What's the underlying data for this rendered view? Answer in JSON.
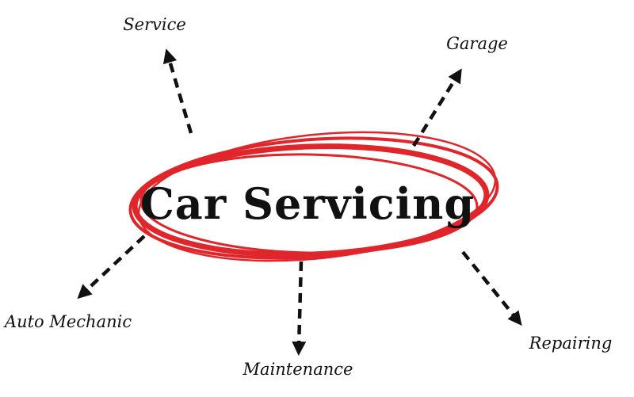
{
  "center": {
    "label": "Car Servicing"
  },
  "nodes": [
    {
      "id": "service",
      "label": "Service"
    },
    {
      "id": "garage",
      "label": "Garage"
    },
    {
      "id": "auto-mechanic",
      "label": "Auto Mechanic"
    },
    {
      "id": "maintenance",
      "label": "Maintenance"
    },
    {
      "id": "repairing",
      "label": "Repairing"
    }
  ],
  "colors": {
    "ring": "#e0252b",
    "ink": "#111111",
    "background": "#ffffff"
  }
}
